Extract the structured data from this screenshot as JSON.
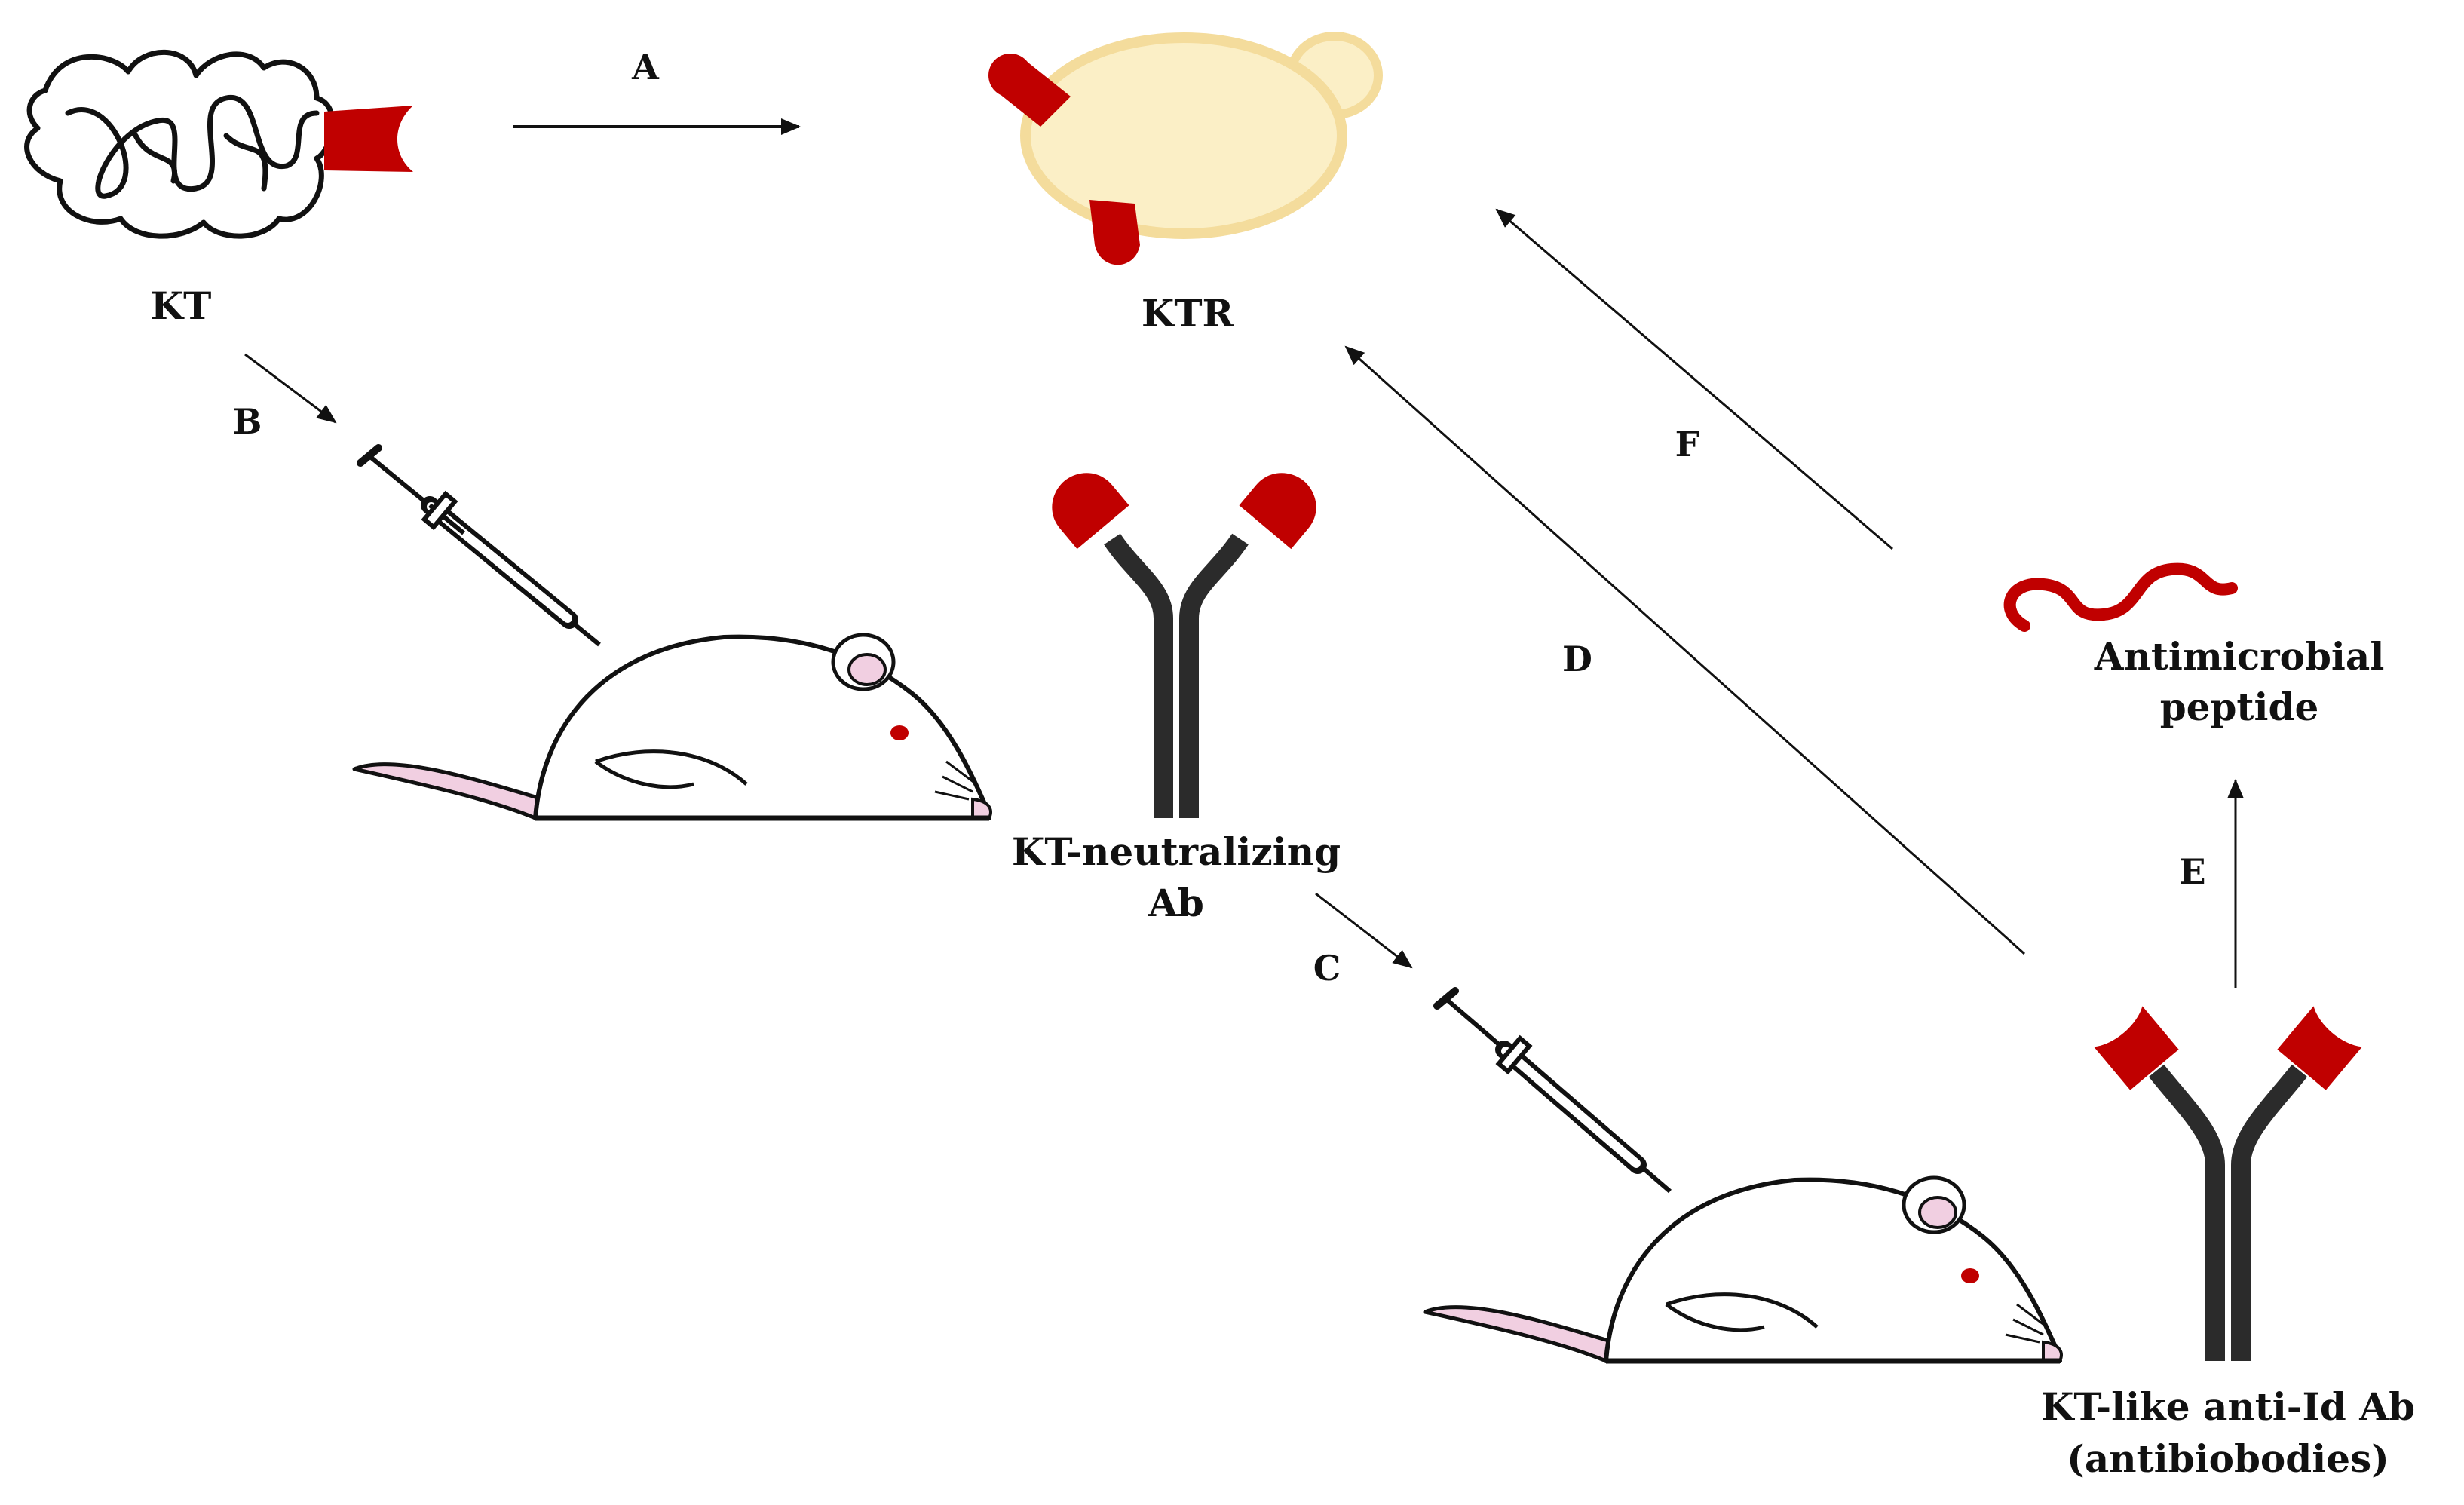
{
  "labels": {
    "kt": "KT",
    "ktr": "KTR",
    "kt_neutralizing_line1": "KT-neutralizing",
    "kt_neutralizing_line2": "Ab",
    "antimicrobial_line1": "Antimicrobial",
    "antimicrobial_line2": "peptide",
    "antiid_line1": "KT-like anti-Id Ab",
    "antiid_line2": "(antibiobodies)"
  },
  "steps": {
    "a": "A",
    "b": "B",
    "c": "C",
    "d": "D",
    "e": "E",
    "f": "F"
  },
  "colors": {
    "toxin_red": "#c00000",
    "yeast_fill": "#fbefc6",
    "yeast_stroke": "#f4dc9c",
    "antibody_dark": "#2b2b2b",
    "mouse_pink": "#f1cfe1",
    "line": "#111111"
  }
}
